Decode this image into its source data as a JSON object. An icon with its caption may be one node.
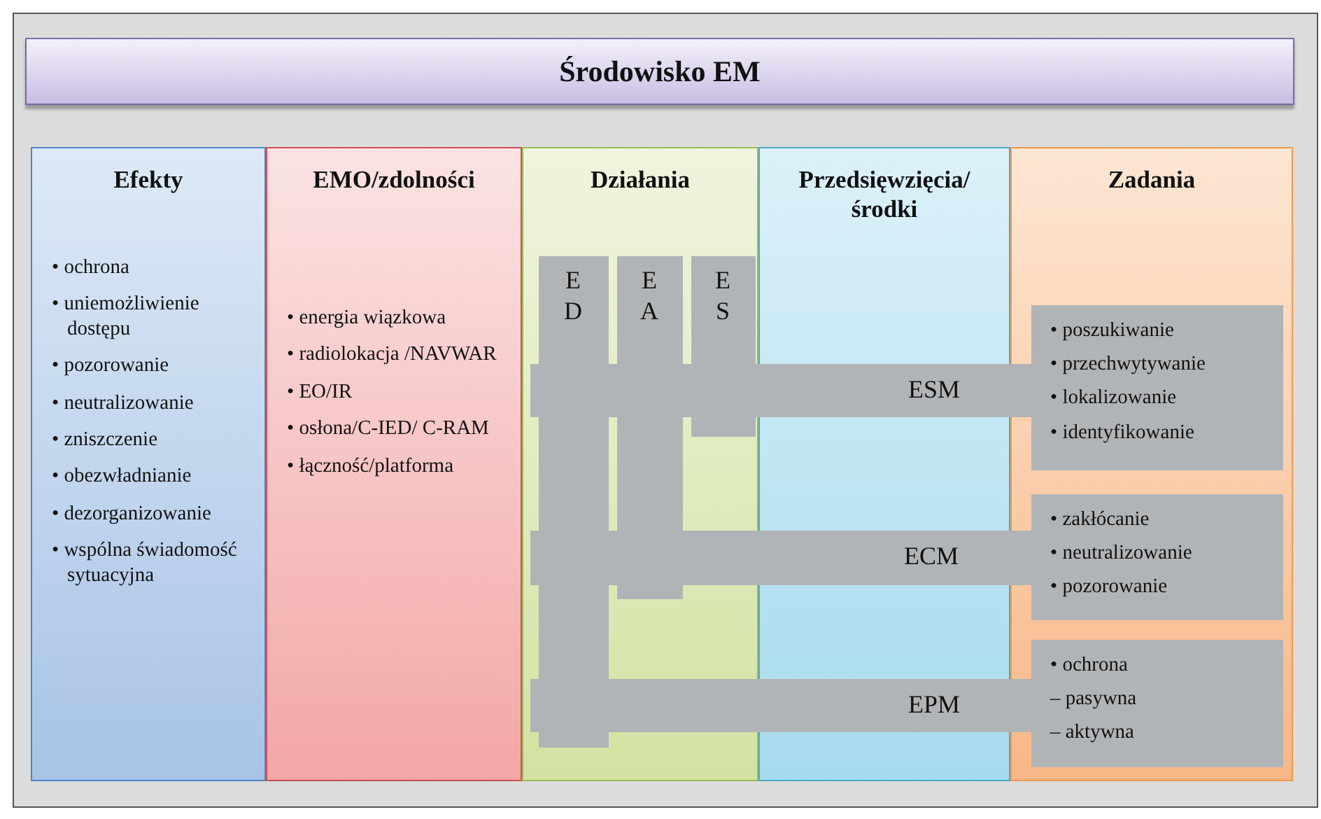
{
  "diagram": {
    "title": "Środowisko EM",
    "nodes": [
      {
        "text": [
          "Efekty",
          "• ochrona",
          "• uniemożliwienie dostępu",
          "• pozorowanie",
          "• neutralizowanie",
          "• zniszczenie",
          "• obezwładnianie",
          "• dezorganizowanie",
          "• wspólna świadomość sytuacyjna"
        ]
      },
      {
        "text": [
          "EMO/zdolności",
          "• energia wiązkowa",
          "• radiolokacja /NAVWAR",
          "• EO/IR",
          "• osłona/C-IED/ C-RAM",
          "• łączność/platforma"
        ]
      },
      {
        "text": [
          "Działania"
        ]
      },
      {
        "text": [
          "Przedsięwzięcia/ środki"
        ]
      },
      {
        "text": [
          "Zadania"
        ]
      },
      {
        "text": [
          "E D"
        ],
        "in": 2
      },
      {
        "text": [
          "E A"
        ],
        "in": 2
      },
      {
        "text": [
          "E S"
        ],
        "in": 2
      },
      {
        "text": [
          "ESM"
        ]
      },
      {
        "text": [
          "• poszukiwanie",
          "• przechwytywanie",
          "• lokalizowanie",
          "• identyfikowanie"
        ],
        "in": 4
      },
      {
        "text": [
          "ECM"
        ]
      },
      {
        "text": [
          "• zakłócanie",
          "• neutralizowanie",
          "• pozorowanie"
        ],
        "in": 4
      },
      {
        "text": [
          "EPM"
        ]
      },
      {
        "text": [
          "• ochrona",
          "– pasywna",
          "– aktywna"
        ],
        "in": 4
      }
    ]
  }
}
